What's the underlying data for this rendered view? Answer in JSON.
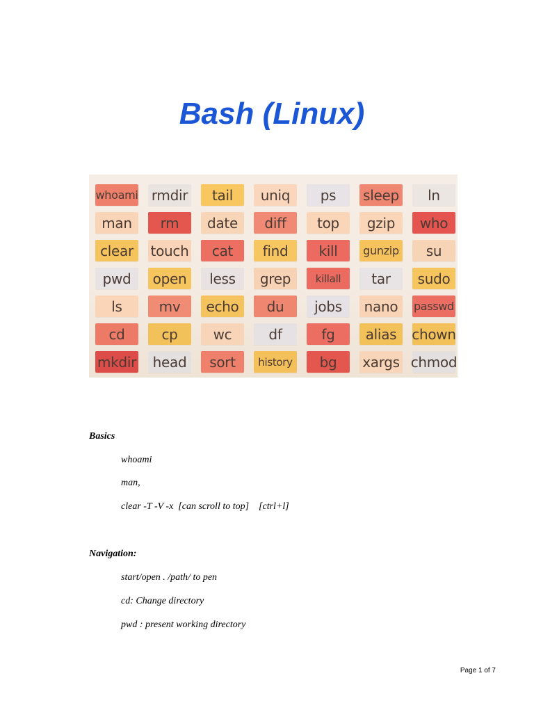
{
  "document": {
    "title": "Bash (Linux)",
    "footer": "Page 1 of 7"
  },
  "banner": {
    "rows": [
      [
        "whoami",
        "rmdir",
        "tail",
        "uniq",
        "ps",
        "sleep",
        "ln"
      ],
      [
        "man",
        "rm",
        "date",
        "diff",
        "top",
        "gzip",
        "who"
      ],
      [
        "clear",
        "touch",
        "cat",
        "find",
        "kill",
        "gunzip",
        "su"
      ],
      [
        "pwd",
        "open",
        "less",
        "grep",
        "killall",
        "tar",
        "sudo"
      ],
      [
        "ls",
        "mv",
        "echo",
        "du",
        "jobs",
        "nano",
        "passwd"
      ],
      [
        "cd",
        "cp",
        "wc",
        "df",
        "fg",
        "alias",
        "chown"
      ],
      [
        "mkdir",
        "head",
        "sort",
        "history",
        "bg",
        "xargs",
        "chmod"
      ]
    ],
    "colors": [
      [
        "#ed7f6b",
        "#eae4e0",
        "#f8c760",
        "#fad7bc",
        "#e7e3e6",
        "#ef8672",
        "#ece6e3"
      ],
      [
        "#f9d4b6",
        "#e4574f",
        "#f9d5b7",
        "#f08a74",
        "#fad5b7",
        "#fad5b7",
        "#e65450"
      ],
      [
        "#f6c45d",
        "#fad4b8",
        "#ec6f62",
        "#f8c661",
        "#ec6a5f",
        "#f5c25b",
        "#f8d4b6"
      ],
      [
        "#e8e3e4",
        "#f6c55e",
        "#e8e2e2",
        "#f8d2b5",
        "#ec6b61",
        "#e8e3e4",
        "#f6c55e"
      ],
      [
        "#fad5b8",
        "#f08b74",
        "#f5c35e",
        "#ef8670",
        "#e6e1e4",
        "#f9d3b6",
        "#ec6e62"
      ],
      [
        "#ec7a67",
        "#f3c15a",
        "#f8d4b8",
        "#e6e1e3",
        "#ec6e62",
        "#f3c15a",
        "#f3c15a"
      ],
      [
        "#dd4c48",
        "#e5e0e0",
        "#ef806b",
        "#f3c05a",
        "#e4574f",
        "#f8d4b8",
        "#e5e0e0"
      ]
    ]
  },
  "sections": [
    {
      "heading": "Basics",
      "items": [
        "whoami",
        "man,",
        "clear -T -V -x  [can scroll to top]    [ctrl+l]"
      ]
    },
    {
      "heading": "Navigation:",
      "items": [
        "start/open . /path/ to pen",
        "cd: Change directory",
        "pwd : present working directory"
      ]
    }
  ]
}
